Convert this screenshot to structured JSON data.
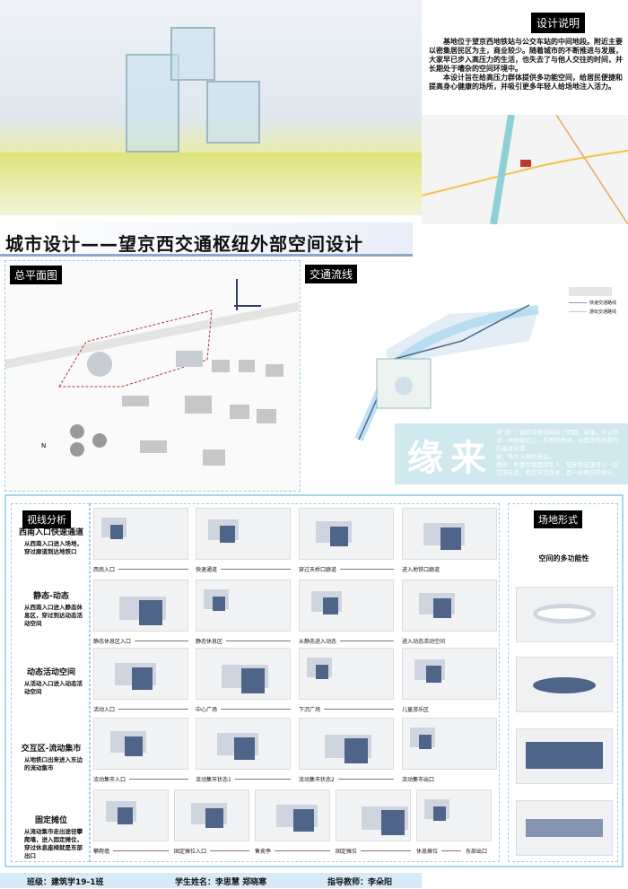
{
  "description": {
    "title": "设计说明",
    "paragraphs": [
      "基地位于望京西地铁站与公交车站的中间地段。附近主要以密集居民区为主，商业较少。随着城市的不断推进与发展，大家早已步入高压力的生活，也失去了与他人交往的时间，并长期处于嘈杂的空间环境中。",
      "本设计旨在给高压力群体提供多功能空间，给居民便捷和提高身心健康的场所，并吸引更多年轻人给场地注入活力。"
    ]
  },
  "title": "城市设计——望京西交通枢纽外部空间设计",
  "plan": {
    "label": "总平面图",
    "north": "N"
  },
  "flow": {
    "label": "交通流线",
    "legend": [
      {
        "name": "快速交通路线",
        "color": "#7f9cc6"
      },
      {
        "name": "游玩交通路线",
        "color": "#a6d5f0"
      }
    ]
  },
  "yuanlai": {
    "heading": "缘来",
    "text": [
      "缘“圆”：圆的完整性暗示了团圆、和谐，可以传递一种积极向上、乐观的情感，也是场地西南方的基本元素。",
      "来：吸引人群的来往。",
      "缘来：即便互相是陌生人，但来到这里可以一起交流玩耍，相互学习促进，是一段难忘的缘分。"
    ]
  },
  "sight": {
    "label": "视线分析",
    "groups": [
      {
        "title": "西南入口快速通道",
        "sub": "从西南入口进入场地，穿过廊道到达地铁口",
        "captions": [
          "西南入口",
          "快速通道",
          "穿过天桥口廊道",
          "进入地铁口廊道"
        ]
      },
      {
        "title": "静态-动态",
        "sub": "从西南入口进入静态休息区，穿过到达动态活动空间",
        "captions": [
          "静态休息区入口",
          "静态休息区",
          "从静态进入动态",
          "进入动态活动空间"
        ]
      },
      {
        "title": "动态活动空间",
        "sub": "从活动入口进入动态活动空间",
        "captions": [
          "活动入口",
          "中心广场",
          "下沉广场",
          "儿童游乐区"
        ]
      },
      {
        "title": "交互区-流动集市",
        "sub": "从地铁口出来进入东边的流动集市",
        "captions": [
          "流动集市入口",
          "流动集市状态1",
          "流动集市状态2",
          "流动集市出口"
        ]
      },
      {
        "title": "固定摊位",
        "sub": "从流动集市走出途径攀爬墙，进入固定摊位，穿过休息座椅就是东部出口",
        "captions": [
          "攀爬墙",
          "固定摊位入口",
          "售卖亭",
          "固定摊位",
          "休息摊位",
          "东部出口"
        ]
      }
    ]
  },
  "site": {
    "label": "场地形式",
    "subtitle": "空间的多功能性"
  },
  "footer": {
    "class": "班级：建筑学19-1班",
    "students": "学生姓名：李思慧 郑晓寒",
    "teacher": "指导教师：李朵阳"
  },
  "colors": {
    "accent": "#4f6489",
    "dashed": "#9fd0ea",
    "panel": "#cfe9ee"
  }
}
